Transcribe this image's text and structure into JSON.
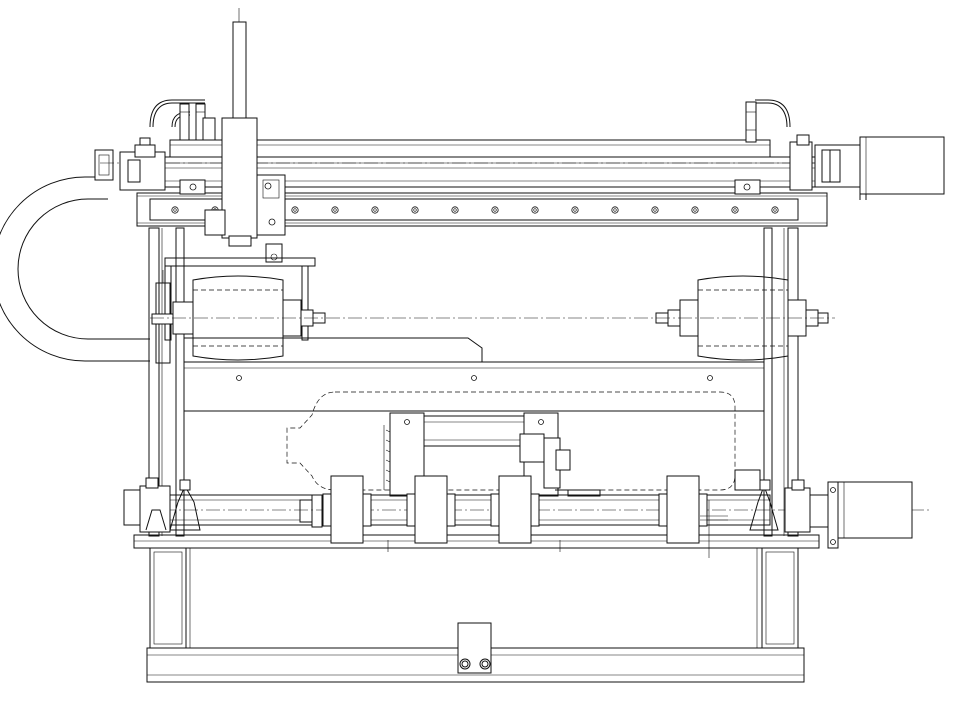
{
  "drawing": {
    "rail_bolts_count": 16,
    "guide_rolls_count": 4,
    "rollers_count": 2
  }
}
